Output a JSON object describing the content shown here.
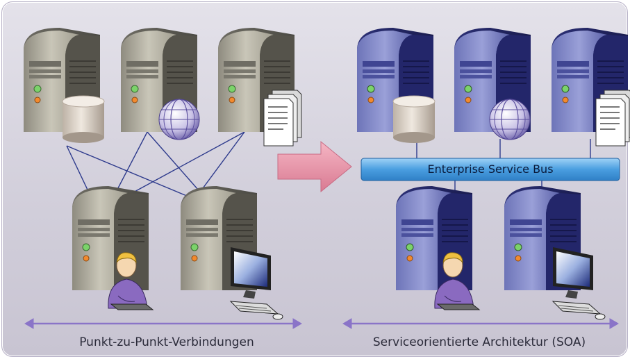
{
  "diagram": {
    "left_caption": "Punkt-zu-Punkt-Verbindungen",
    "right_caption": "Serviceorientierte Architektur (SOA)",
    "bus_label": "Enterprise Service Bus"
  },
  "colors": {
    "background": "#d6d3de",
    "server_gray": "#b9b6a8",
    "server_blue": "#3a3f8c",
    "bus_blue": "#5aa8e6",
    "arrow_pink": "#e58aa0",
    "connector": "#2d3a8c"
  },
  "icons": [
    "server-icon",
    "database-icon",
    "globe-icon",
    "documents-icon",
    "user-icon",
    "monitor-icon",
    "arrow-right-icon"
  ]
}
